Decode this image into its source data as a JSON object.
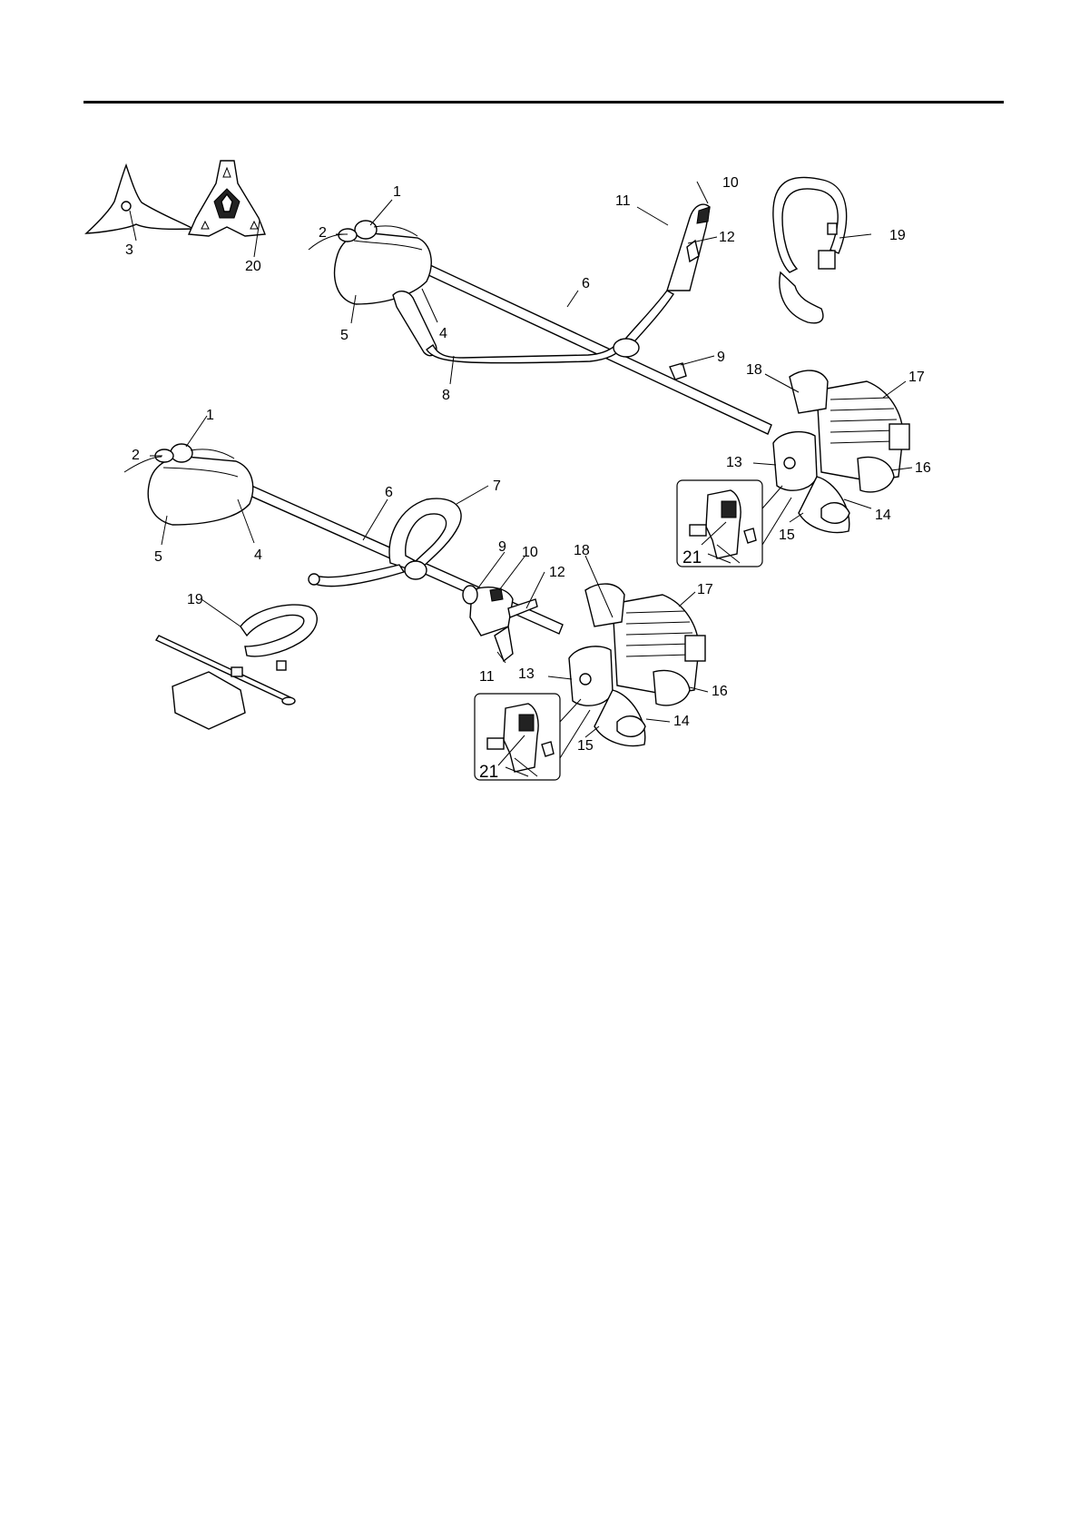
{
  "callouts": {
    "top": {
      "c1": "1",
      "c2": "2",
      "c3": "3",
      "c4": "4",
      "c5": "5",
      "c6": "6",
      "c8": "8",
      "c9": "9",
      "c10": "10",
      "c11": "11",
      "c12": "12",
      "c13": "13",
      "c14": "14",
      "c15": "15",
      "c16": "16",
      "c17": "17",
      "c18": "18",
      "c19": "19",
      "c20": "20",
      "c21": "21"
    },
    "bottom": {
      "c1": "1",
      "c2": "2",
      "c4": "4",
      "c5": "5",
      "c6": "6",
      "c7": "7",
      "c9": "9",
      "c10": "10",
      "c11": "11",
      "c12": "12",
      "c13": "13",
      "c14": "14",
      "c15": "15",
      "c16": "16",
      "c17": "17",
      "c18": "18",
      "c19": "19",
      "c21": "21"
    }
  }
}
